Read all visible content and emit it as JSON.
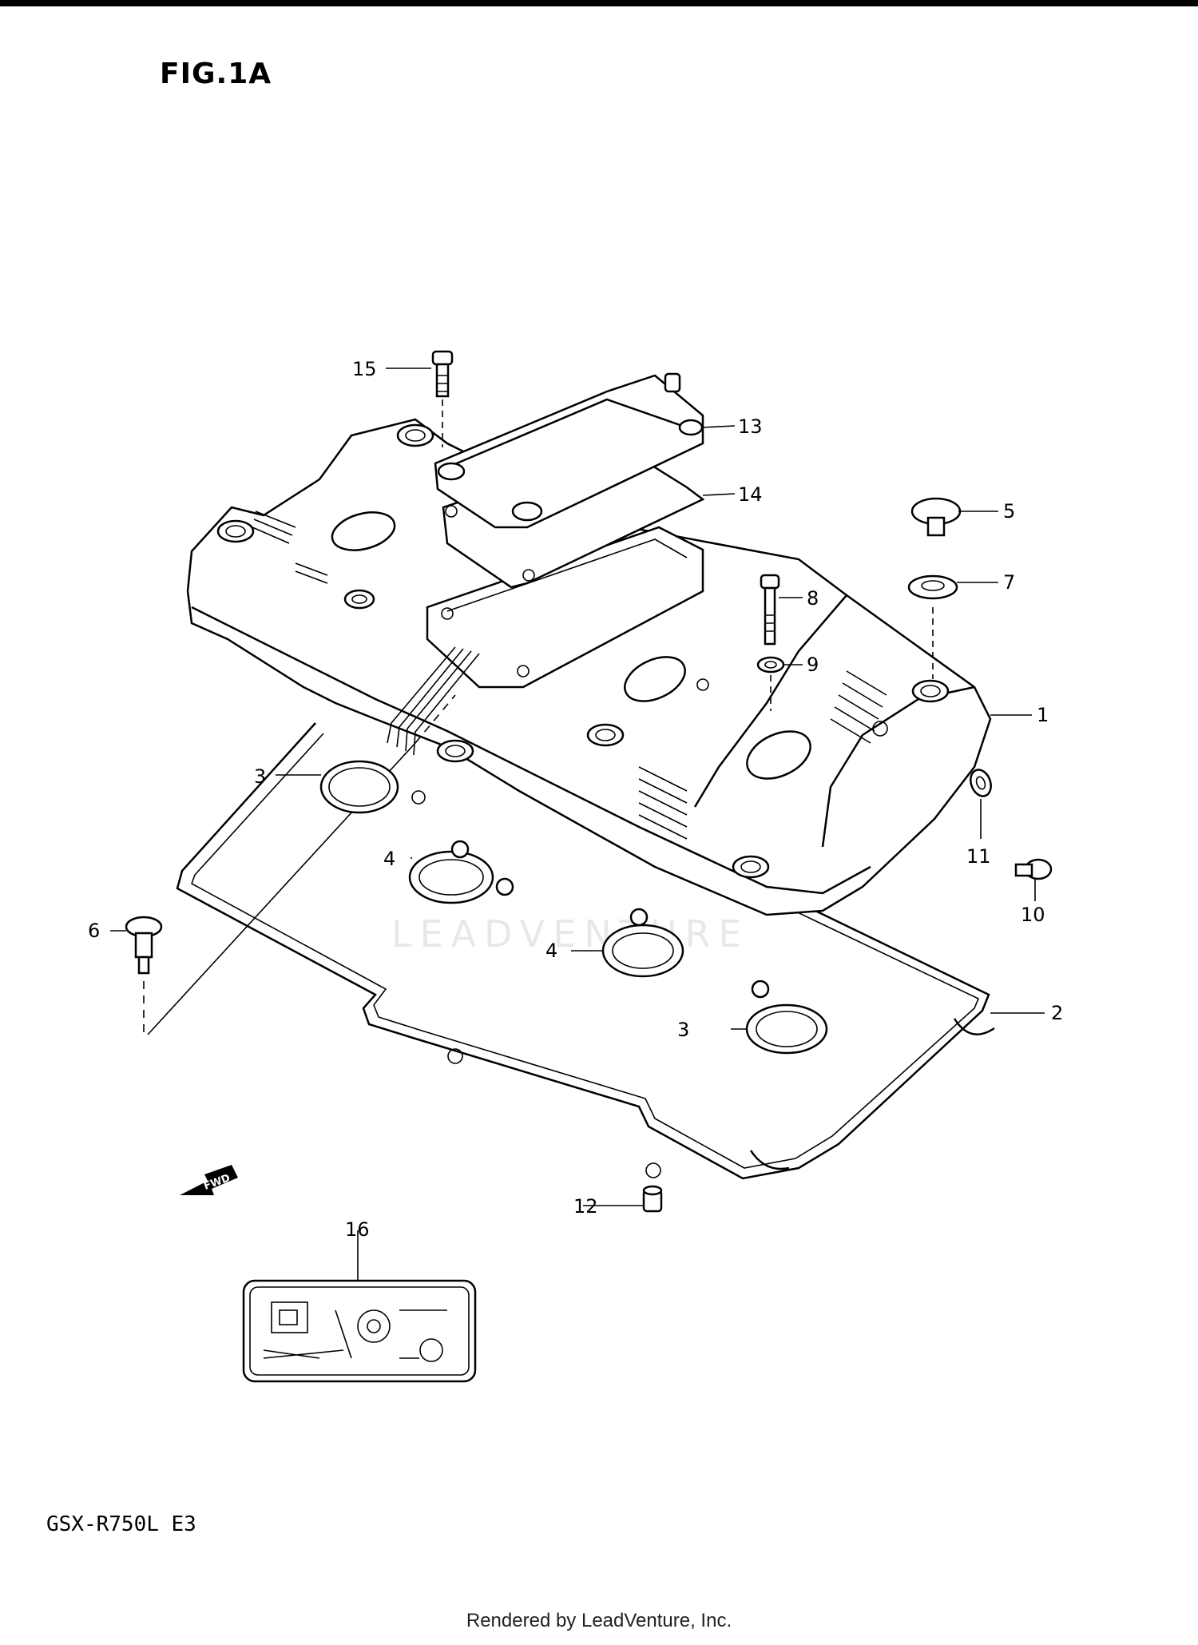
{
  "figure_title": "FIG.1A",
  "model_code": "GSX-R750L  E3",
  "footer": "Rendered by LeadVenture, Inc.",
  "watermark": "LEADVENTURE",
  "fwd_label": "FWD",
  "callouts": [
    {
      "id": "c1",
      "label": "1"
    },
    {
      "id": "c2",
      "label": "2"
    },
    {
      "id": "c3a",
      "label": "3"
    },
    {
      "id": "c3b",
      "label": "3"
    },
    {
      "id": "c4a",
      "label": "4"
    },
    {
      "id": "c4b",
      "label": "4"
    },
    {
      "id": "c5",
      "label": "5"
    },
    {
      "id": "c6",
      "label": "6"
    },
    {
      "id": "c7",
      "label": "7"
    },
    {
      "id": "c8",
      "label": "8"
    },
    {
      "id": "c9",
      "label": "9"
    },
    {
      "id": "c10",
      "label": "10"
    },
    {
      "id": "c11",
      "label": "11"
    },
    {
      "id": "c12",
      "label": "12"
    },
    {
      "id": "c13",
      "label": "13"
    },
    {
      "id": "c14",
      "label": "14"
    },
    {
      "id": "c15",
      "label": "15"
    },
    {
      "id": "c16",
      "label": "16"
    }
  ]
}
